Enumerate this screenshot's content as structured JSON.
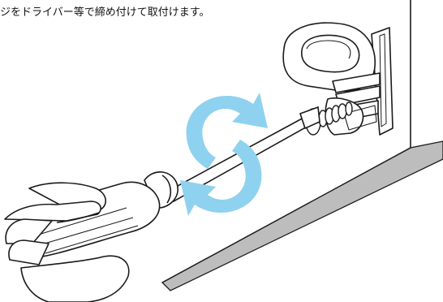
{
  "caption": "ジをドライバー等で締め付けて取付けます。",
  "colors": {
    "rotation_arrow": "#8fd2ef",
    "floor_strip": "#bdbdbd",
    "line": "#1a1a1a"
  },
  "icons": {
    "rotation": "clockwise-rotation-arrows",
    "tool": "screwdriver",
    "part": "wall-mounted-bracket"
  }
}
